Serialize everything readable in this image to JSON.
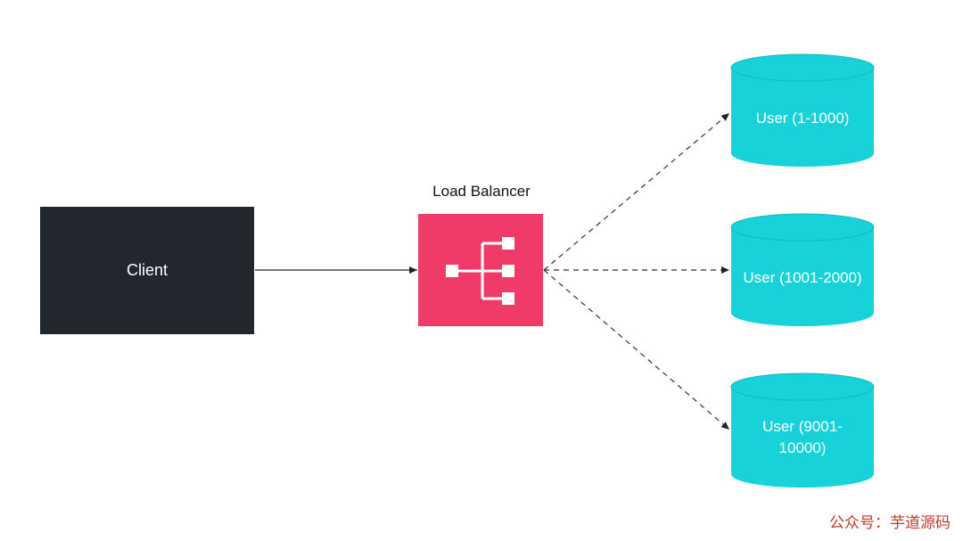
{
  "diagram": {
    "client": {
      "label": "Client",
      "color": "#22262e"
    },
    "load_balancer": {
      "label": "Load Balancer",
      "color": "#f03a68",
      "icon": "tree-hierarchy-icon"
    },
    "databases": [
      {
        "label": "User (1-1000)"
      },
      {
        "label": "User (1001-2000)"
      },
      {
        "label": "User (9001-10000)",
        "label_lines": [
          "User (9001-",
          "10000)"
        ]
      }
    ],
    "database_color": "#17d2d8",
    "connectors": [
      {
        "from": "Client",
        "to": "Load Balancer",
        "style": "solid"
      },
      {
        "from": "Load Balancer",
        "to": "User (1-1000)",
        "style": "dashed"
      },
      {
        "from": "Load Balancer",
        "to": "User (1001-2000)",
        "style": "dashed"
      },
      {
        "from": "Load Balancer",
        "to": "User (9001-10000)",
        "style": "dashed"
      }
    ]
  },
  "watermark": "公众号：芋道源码"
}
